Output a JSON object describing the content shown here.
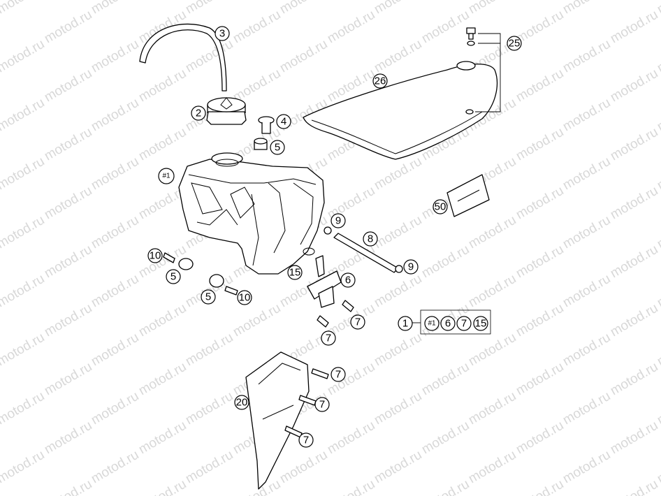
{
  "watermark": "motod.ru",
  "callouts": {
    "c1": "1",
    "c2": "2",
    "c3": "3",
    "c4": "4",
    "c5a": "5",
    "c5b": "5",
    "c5c": "5",
    "c6": "6",
    "c6k": "6",
    "c7a": "7",
    "c7b": "7",
    "c7c": "7",
    "c7d": "7",
    "c7e": "7",
    "c7k": "7",
    "c8": "8",
    "c9a": "9",
    "c9b": "9",
    "c10a": "10",
    "c10b": "10",
    "c15": "15",
    "c15k": "15",
    "c20": "20",
    "c25": "25",
    "c26": "26",
    "c50": "50",
    "cTank": "#1",
    "cTankK": "#1"
  }
}
